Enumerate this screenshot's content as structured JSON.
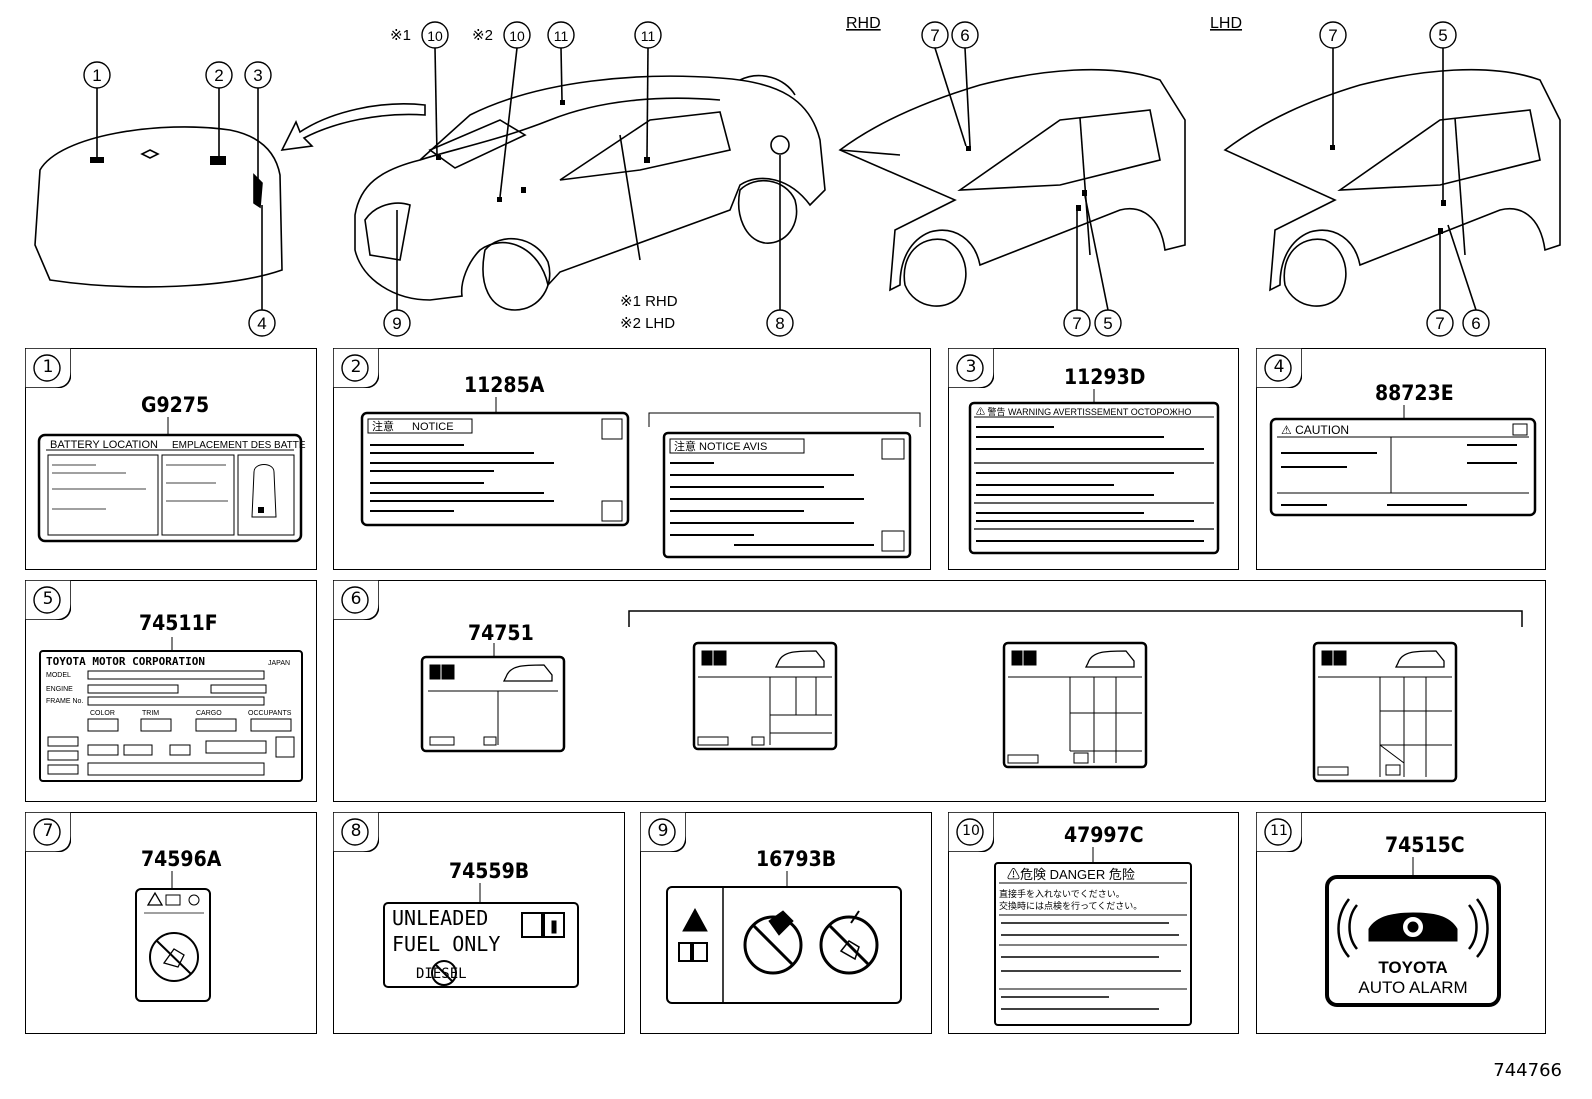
{
  "overview": {
    "callouts": [
      "1",
      "2",
      "3",
      "4",
      "5",
      "6",
      "7",
      "8",
      "9",
      "10",
      "11"
    ],
    "note_rhd_marker": "※1",
    "note_lhd_marker": "※2",
    "note_rhd": "※1 RHD",
    "note_lhd": "※2 LHD",
    "rhd_label": "RHD",
    "lhd_label": "LHD"
  },
  "panels": {
    "p1": {
      "num": "1",
      "part": "G9275",
      "text_a": "BATTERY LOCATION",
      "text_b": "EMPLACEMENT DES BATTERIES"
    },
    "p2": {
      "num": "2",
      "part": "11285A",
      "text_a": "注意",
      "text_b": "NOTICE",
      "text_c": "注意  NOTICE  AVIS"
    },
    "p3": {
      "num": "3",
      "part": "11293D",
      "text_a": "⚠ 警告  WARNING  AVERTISSEMENT  OCTOPOЖHO"
    },
    "p4": {
      "num": "4",
      "part": "88723E",
      "text_a": "⚠  CAUTION"
    },
    "p5": {
      "num": "5",
      "part": "74511F",
      "text_a": "TOYOTA MOTOR CORPORATION",
      "text_b": "JAPAN",
      "rows": [
        "MODEL",
        "ENGINE",
        "FRAME No."
      ],
      "cols": [
        "COLOR",
        "TRIM",
        "CARGO",
        "OCCUPANTS"
      ]
    },
    "p6": {
      "num": "6",
      "part": "74751"
    },
    "p7": {
      "num": "7",
      "part": "74596A"
    },
    "p8": {
      "num": "8",
      "part": "74559B",
      "line1": "UNLEADED",
      "line2": "FUEL ONLY",
      "line3": "DIESEL"
    },
    "p9": {
      "num": "9",
      "part": "16793B"
    },
    "p10": {
      "num": "10",
      "part": "47997C",
      "header": "⚠危険  DANGER  危险",
      "jp1": "直接手を入れないでください。",
      "jp2": "交換時には点検を行ってください。"
    },
    "p11": {
      "num": "11",
      "part": "74515C",
      "line1": "TOYOTA",
      "line2": "AUTO ALARM"
    }
  },
  "figure_id": "744766"
}
